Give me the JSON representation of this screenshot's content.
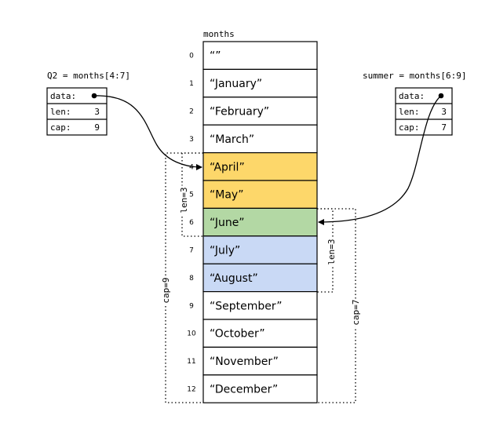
{
  "array": {
    "title": "months",
    "cells": [
      {
        "index": "0",
        "value": "“”"
      },
      {
        "index": "1",
        "value": "“January”"
      },
      {
        "index": "2",
        "value": "“February”"
      },
      {
        "index": "3",
        "value": "“March”"
      },
      {
        "index": "4",
        "value": "“April”"
      },
      {
        "index": "5",
        "value": "“May”"
      },
      {
        "index": "6",
        "value": "“June”"
      },
      {
        "index": "7",
        "value": "“July”"
      },
      {
        "index": "8",
        "value": "“August”"
      },
      {
        "index": "9",
        "value": "“September”"
      },
      {
        "index": "10",
        "value": "“October”"
      },
      {
        "index": "11",
        "value": "“November”"
      },
      {
        "index": "12",
        "value": "“December”"
      }
    ]
  },
  "slices": {
    "q2": {
      "label": "Q2 = months[4:7]",
      "data_label": "data:",
      "len_label": "len:",
      "len_value": "3",
      "cap_label": "cap:",
      "cap_value": "9",
      "len_bracket": "len=3",
      "cap_bracket": "cap=9"
    },
    "summer": {
      "label": "summer = months[6:9]",
      "data_label": "data:",
      "len_label": "len:",
      "len_value": "3",
      "cap_label": "cap:",
      "cap_value": "7",
      "len_bracket": "len=3",
      "cap_bracket": "cap=7"
    }
  },
  "colors": {
    "q2_only": "#fdd76a",
    "overlap": "#b3d8a4",
    "summer_only": "#c9d9f5",
    "default": "#ffffff"
  }
}
